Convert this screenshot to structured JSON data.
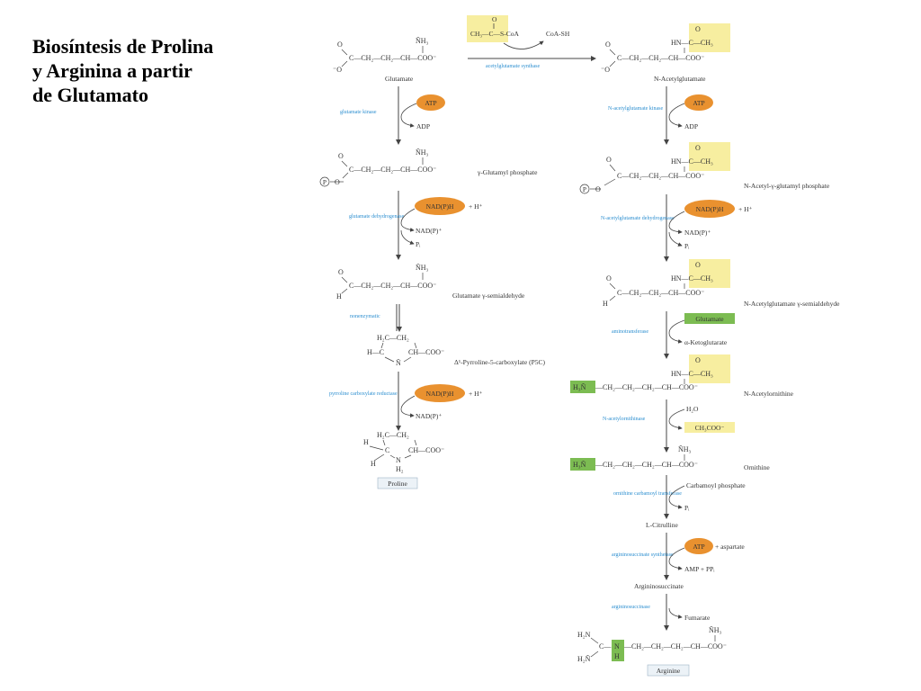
{
  "slide_title": "Biosíntesis de Prolina\ny Arginina a partir\n de Glutamato",
  "colors": {
    "cofactor_orange": "#e9912f",
    "acetyl_yellow": "#f7eea0",
    "amino_green": "#7cbc52",
    "enzyme_blue": "#2d8fd0",
    "product_box": "#ecf2f7"
  },
  "acetyl_top": {
    "donor": "CH₃—C—S-CoA",
    "donor_o": "O",
    "released": "CoA-SH",
    "enzyme": "acetylglutamate synthase"
  },
  "left": {
    "glutamate": {
      "chain": "C—CH₂—CH₂—CH—COO⁻",
      "top": "O",
      "bottom": "⁻O",
      "amine": "ÑH₃",
      "name": "Glutamate"
    },
    "step1": {
      "enzyme": "glutamate kinase",
      "cofactor_in": "ATP",
      "cofactor_out": "ADP"
    },
    "glutamyl_p": {
      "chain": "C—CH₂—CH₂—CH—COO⁻",
      "top": "O",
      "phos": "P",
      "amine": "ÑH₃",
      "name": "γ-Glutamyl phosphate"
    },
    "step2": {
      "enzyme": "glutamate dehydrogenase",
      "cofactor_in": "NAD(P)H",
      "plus": "+ H⁺",
      "out1": "NAD(P)⁺",
      "out2": "Pᵢ"
    },
    "semialdehyde": {
      "chain": "C—CH₂—CH₂—CH—COO⁻",
      "top": "O",
      "bottom": "H",
      "amine": "ÑH₃",
      "name": "Glutamate γ-semialdehyde"
    },
    "step3": {
      "enzyme": "nonenzymatic"
    },
    "p5c": {
      "ring_top": "H₂C—CH₂",
      "ring_mid": "H—C",
      "ring_right": "CH—COO⁻",
      "ring_n": "Ñ",
      "name": "Δ¹-Pyrroline-5-carboxylate (P5C)"
    },
    "step4": {
      "enzyme": "pyrroline carboxylate reductase",
      "cofactor_in": "NAD(P)H",
      "plus": "+ H⁺",
      "out1": "NAD(P)⁺"
    },
    "proline": {
      "ring_top": "H₂C—CH₂",
      "ring_left_h": "H",
      "ring_right": "CH—COO⁻",
      "ring_n": "N",
      "ring_nh": "H₂",
      "name": "Proline"
    }
  },
  "right": {
    "acetylglutamate": {
      "chain": "C—CH₂—CH₂—CH—COO⁻",
      "top": "O",
      "bottom": "⁻O",
      "acetyl": "HN—C—CH₃",
      "acetyl_o": "O",
      "name": "N-Acetylglutamate"
    },
    "step1": {
      "enzyme": "N-acetylglutamate kinase",
      "cofactor_in": "ATP",
      "cofactor_out": "ADP"
    },
    "acetylglutamyl_p": {
      "chain": "C—CH₂—CH₂—CH—COO⁻",
      "top": "O",
      "phos": "P",
      "acetyl": "HN—C—CH₃",
      "acetyl_o": "O",
      "name": "N-Acetyl-γ-glutamyl phosphate"
    },
    "step2": {
      "enzyme": "N-acetylglutamate dehydrogenase",
      "cofactor_in": "NAD(P)H",
      "plus": "+ H⁺",
      "out1": "NAD(P)⁺",
      "out2": "Pᵢ"
    },
    "acetylsemialdehyde": {
      "chain": "C—CH₂—CH₂—CH—COO⁻",
      "top": "O",
      "bottom": "H",
      "acetyl": "HN—C—CH₃",
      "acetyl_o": "O",
      "name": "N-Acetylglutamate γ-semialdehyde"
    },
    "step3": {
      "enzyme": "aminotransferase",
      "cofactor_in": "Glutamate",
      "cofactor_out": "α-Ketoglutarate"
    },
    "acetylornithine": {
      "amino": "H₃Ñ",
      "chain": "—CH₂—CH₂—CH₂—CH—COO⁻",
      "acetyl": "HN—C—CH₃",
      "acetyl_o": "O",
      "name": "N-Acetylornithine"
    },
    "step4": {
      "enzyme": "N-acetylornithinase",
      "cofactor_in": "H₂O",
      "cofactor_out": "CH₃COO⁻"
    },
    "ornithine": {
      "amino": "H₃Ñ",
      "chain": "—CH₂—CH₂—CH₂—CH—COO⁻",
      "amine": "ÑH₃",
      "name": "Ornithine"
    },
    "step5": {
      "enzyme": "ornithine carbamoyl transferase",
      "cofactor_in": "Carbamoyl phosphate",
      "cofactor_out": "Pᵢ"
    },
    "citrulline": {
      "name": "L-Citrulline"
    },
    "step6": {
      "enzyme": "argininosuccinate synthetase",
      "cofactor_in": "ATP",
      "plus": "+ aspartate",
      "cofactor_out": "AMP + PPᵢ"
    },
    "argininosuccinate": {
      "name": "Argininosuccinate"
    },
    "step7": {
      "enzyme": "argininosuccinase",
      "cofactor_out": "Fumarate"
    },
    "arginine": {
      "guan_top": "H₂N",
      "guan_c": "C—",
      "guan_bottom": "H₂Ñ",
      "nh": "N",
      "nh_h": "H",
      "chain": "—CH₂—CH₂—CH₂—CH—COO⁻",
      "amine": "ÑH₃",
      "name": "Arginine"
    }
  }
}
